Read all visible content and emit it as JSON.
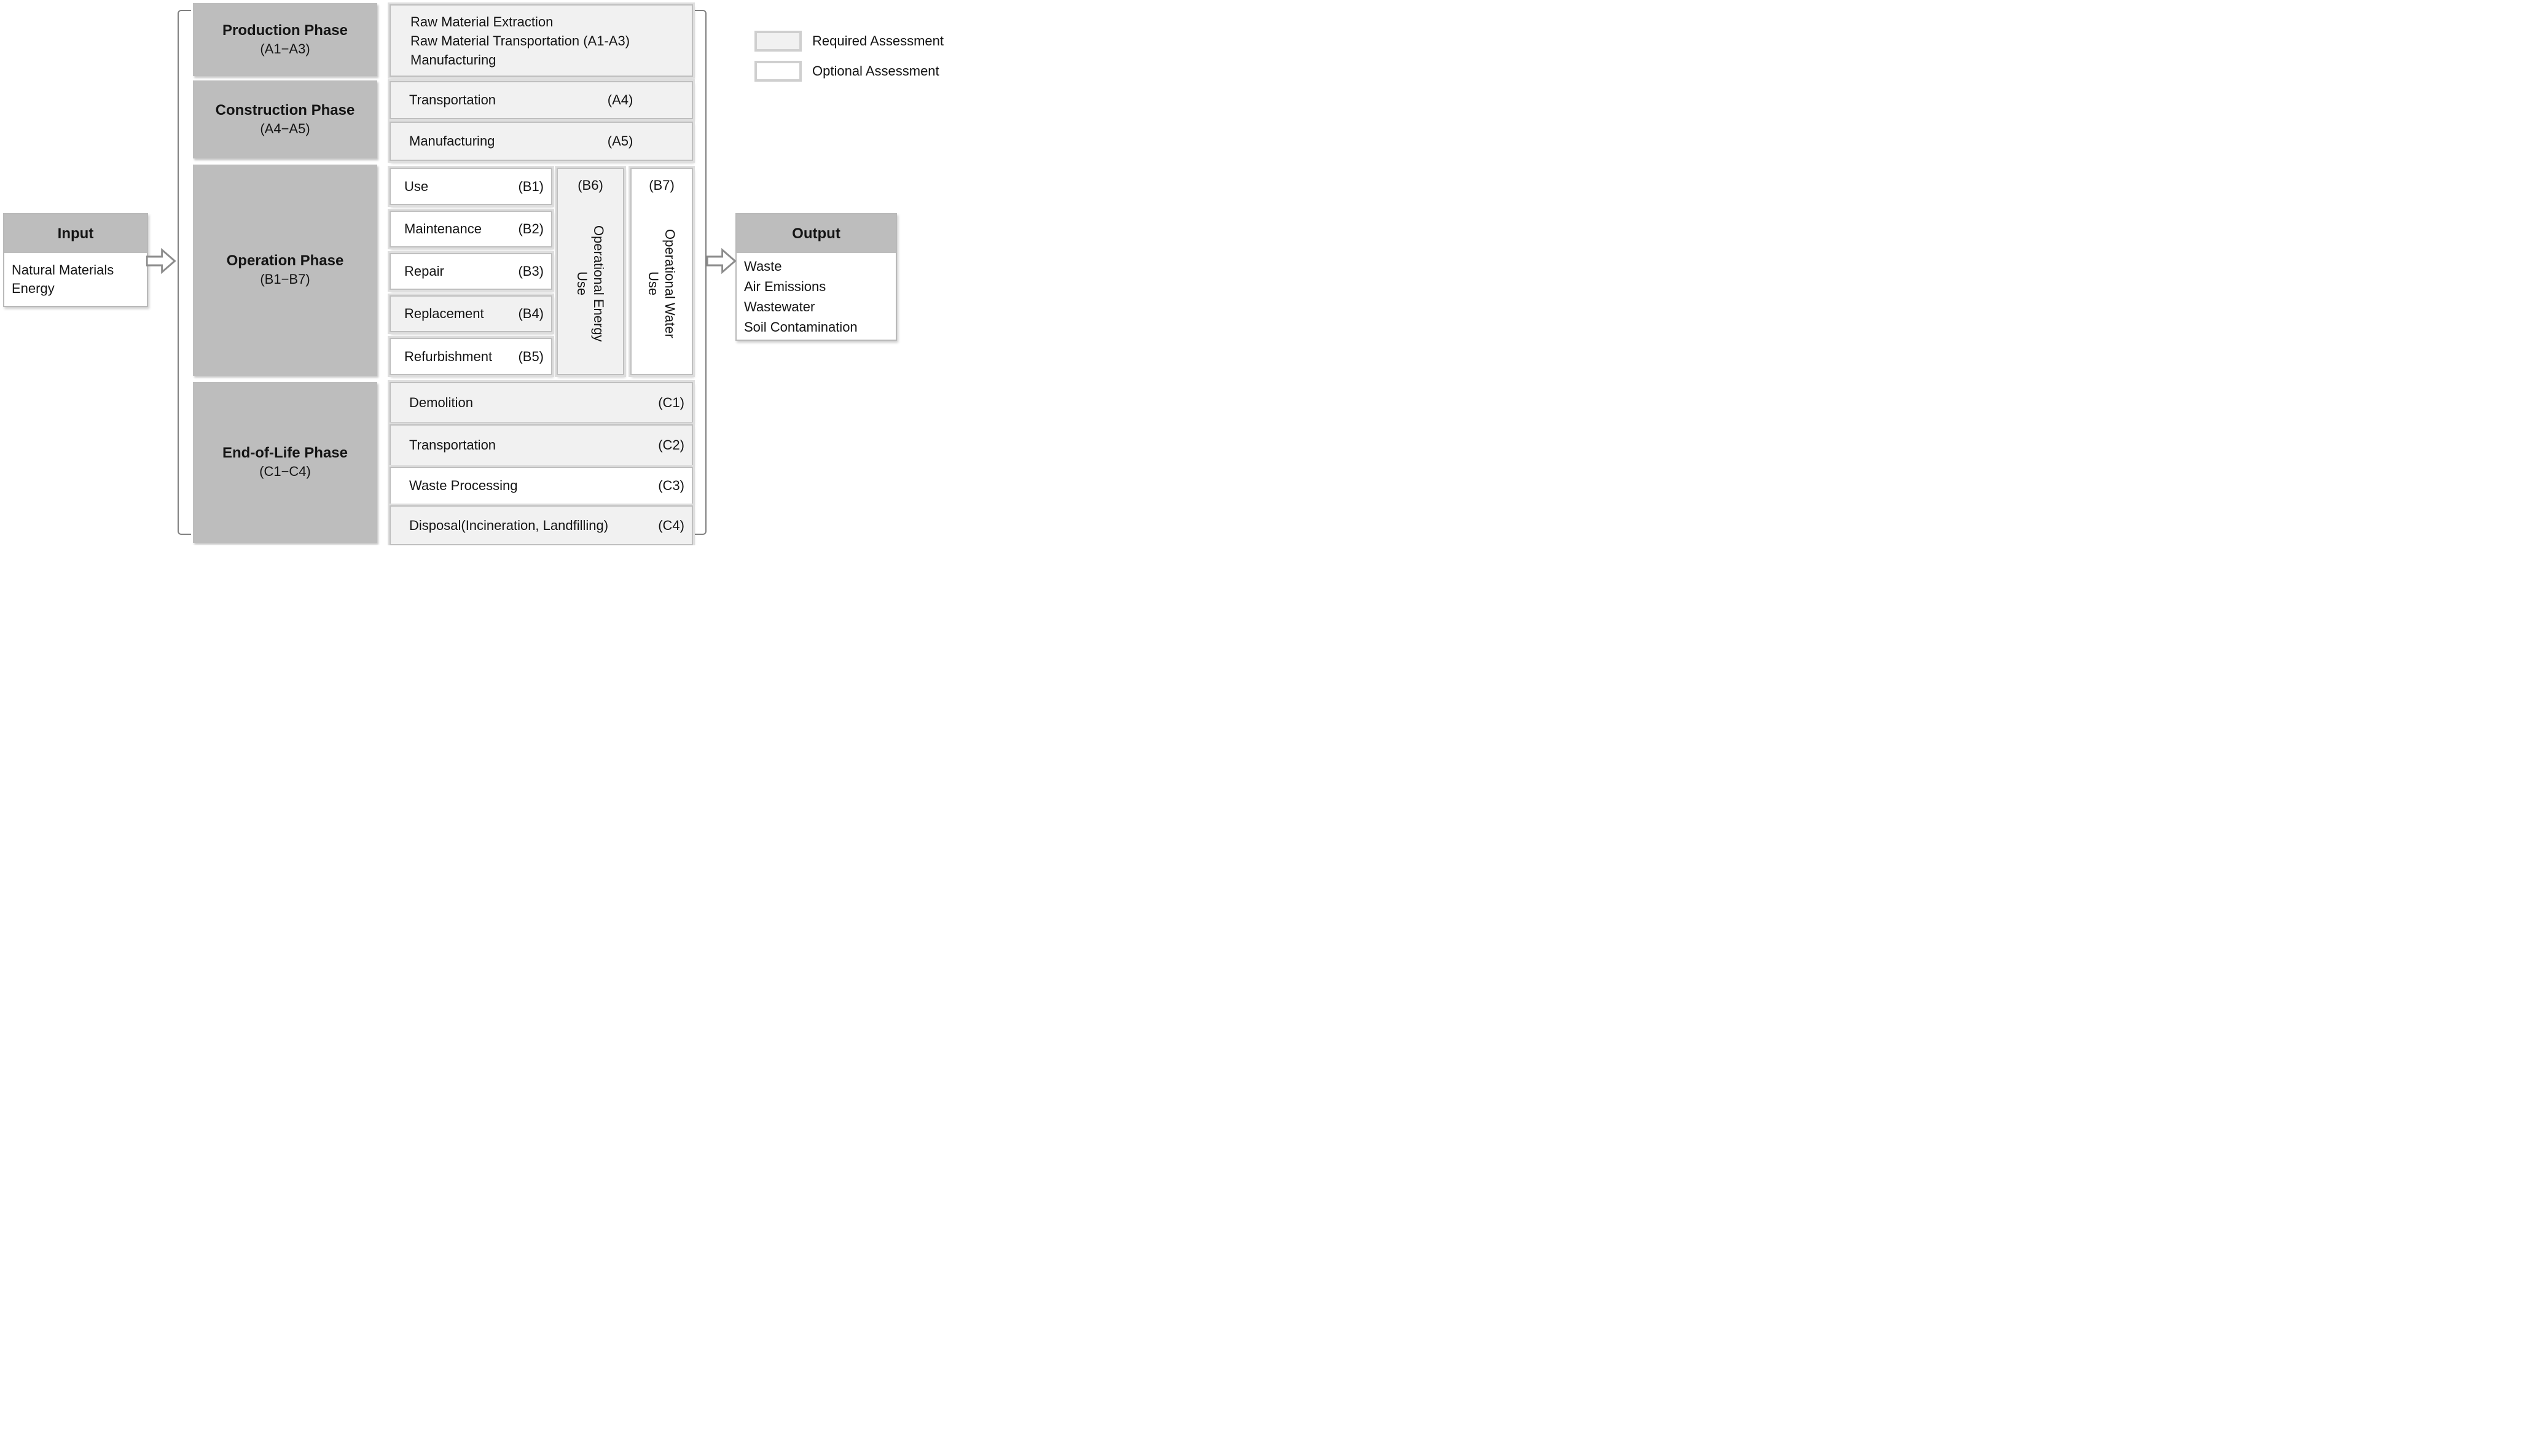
{
  "legend": {
    "items": [
      {
        "label": "Required Assessment",
        "type": "required"
      },
      {
        "label": "Optional Assessment",
        "type": "optional"
      }
    ]
  },
  "input": {
    "title": "Input",
    "items": [
      "Natural Materials",
      "Energy"
    ]
  },
  "output": {
    "title": "Output",
    "items": [
      "Waste",
      "Air Emissions",
      "Wastewater",
      "Soil Contamination"
    ]
  },
  "phases": {
    "production": {
      "title": "Production Phase",
      "range": "(A1−A3)"
    },
    "construction": {
      "title": "Construction Phase",
      "range": "(A4−A5)"
    },
    "operation": {
      "title": "Operation Phase",
      "range": "(B1−B7)"
    },
    "end_of_life": {
      "title": "End-of-Life Phase",
      "range": "(C1−C4)"
    }
  },
  "activities": {
    "production_box": {
      "lines": [
        "Raw Material Extraction",
        "Raw Material Transportation (A1-A3)",
        "Manufacturing"
      ],
      "assessment": "required"
    },
    "a4": {
      "label": "Transportation",
      "code": "(A4)",
      "assessment": "required"
    },
    "a5": {
      "label": "Manufacturing",
      "code": "(A5)",
      "assessment": "required"
    },
    "b1": {
      "label": "Use",
      "code": "(B1)",
      "assessment": "optional"
    },
    "b2": {
      "label": "Maintenance",
      "code": "(B2)",
      "assessment": "optional"
    },
    "b3": {
      "label": "Repair",
      "code": "(B3)",
      "assessment": "optional"
    },
    "b4": {
      "label": "Replacement",
      "code": "(B4)",
      "assessment": "required"
    },
    "b5": {
      "label": "Refurbishment",
      "code": "(B5)",
      "assessment": "optional"
    },
    "b6": {
      "label": "Operational Energy Use",
      "code": "(B6)",
      "assessment": "required"
    },
    "b7": {
      "label": "Operational Water Use",
      "code": "(B7)",
      "assessment": "optional"
    },
    "c1": {
      "label": "Demolition",
      "code": "(C1)",
      "assessment": "required"
    },
    "c2": {
      "label": "Transportation",
      "code": "(C2)",
      "assessment": "required"
    },
    "c3": {
      "label": "Waste Processing",
      "code": "(C3)",
      "assessment": "optional"
    },
    "c4": {
      "label": "Disposal(Incineration, Landfilling)",
      "code": "(C4)",
      "assessment": "required"
    }
  },
  "colors": {
    "phase_header": "#bdbdbd",
    "required_fill": "#f1f1f1",
    "optional_fill": "#ffffff",
    "box_border": "#bfbfbf",
    "bracket": "#808080"
  }
}
